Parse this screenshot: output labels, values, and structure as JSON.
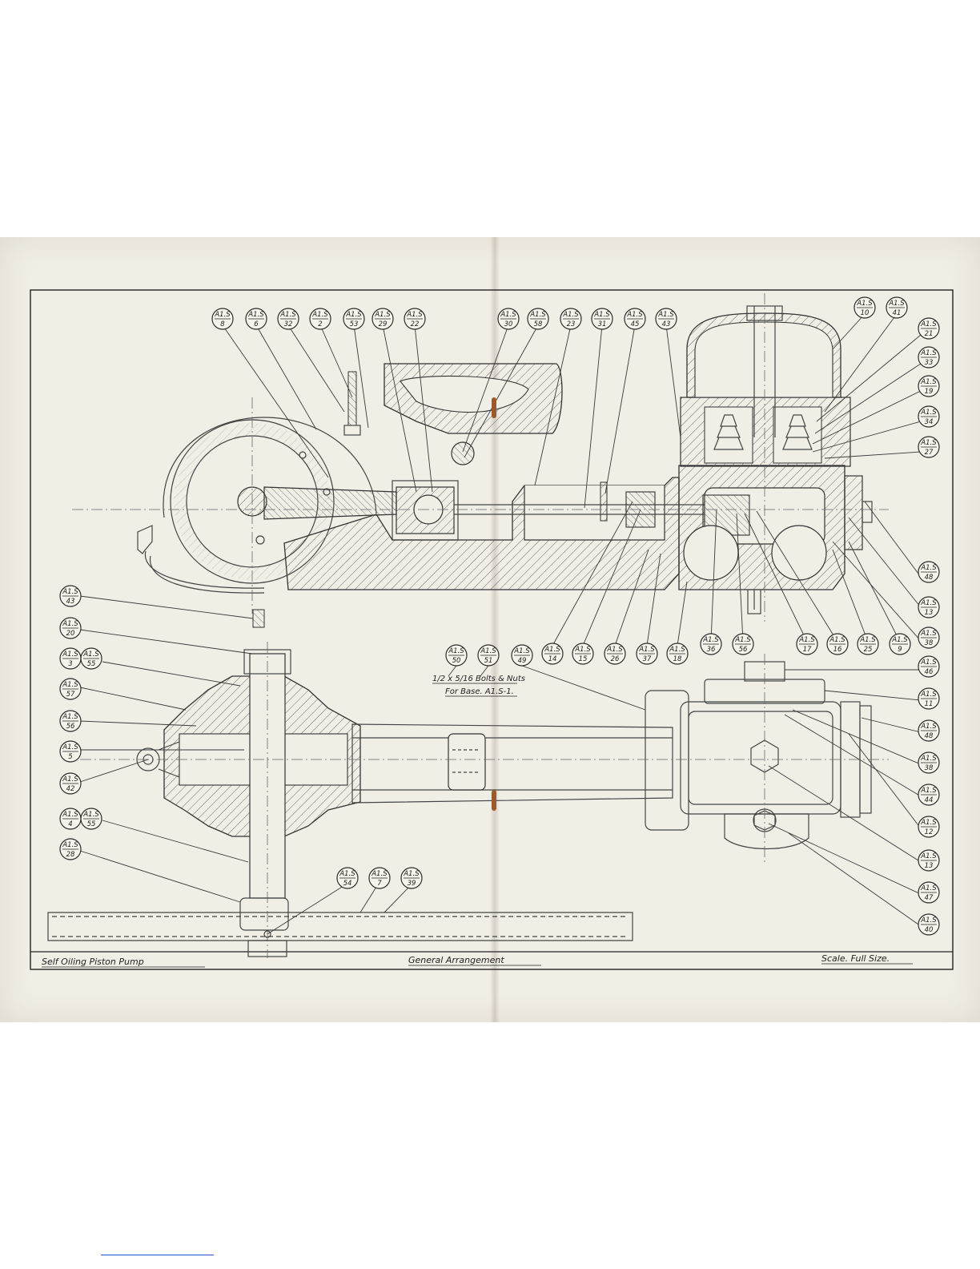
{
  "drawing": {
    "title_left": "Self Oiling Piston Pump",
    "title_center": "General Arrangement",
    "title_right": "Scale. Full Size.",
    "base_note_line1": "1/2 x 5/16 Bolts & Nuts",
    "base_note_line2": "For Base. A1.S-1."
  },
  "callouts": {
    "prefix": "A1.S",
    "top_row": [
      "8",
      "6",
      "32",
      "2",
      "53",
      "29",
      "22",
      "30",
      "58",
      "23",
      "31",
      "45",
      "43",
      "10",
      "41"
    ],
    "right_column": [
      "21",
      "33",
      "19",
      "34",
      "27",
      "48",
      "13",
      "38",
      "46",
      "11",
      "48",
      "38",
      "44",
      "12",
      "13",
      "47",
      "40"
    ],
    "mid_row": [
      "50",
      "51",
      "49",
      "14",
      "15",
      "26",
      "37",
      "18",
      "36",
      "56",
      "17",
      "16",
      "25",
      "9"
    ],
    "left_column": [
      "43",
      "20",
      "3",
      "55",
      "57",
      "56",
      "5",
      "42",
      "4",
      "55",
      "28"
    ],
    "bottom_row": [
      "54",
      "7",
      "39"
    ]
  },
  "colors": {
    "paper": "#f1eee6",
    "ink": "#2b2b2b"
  }
}
